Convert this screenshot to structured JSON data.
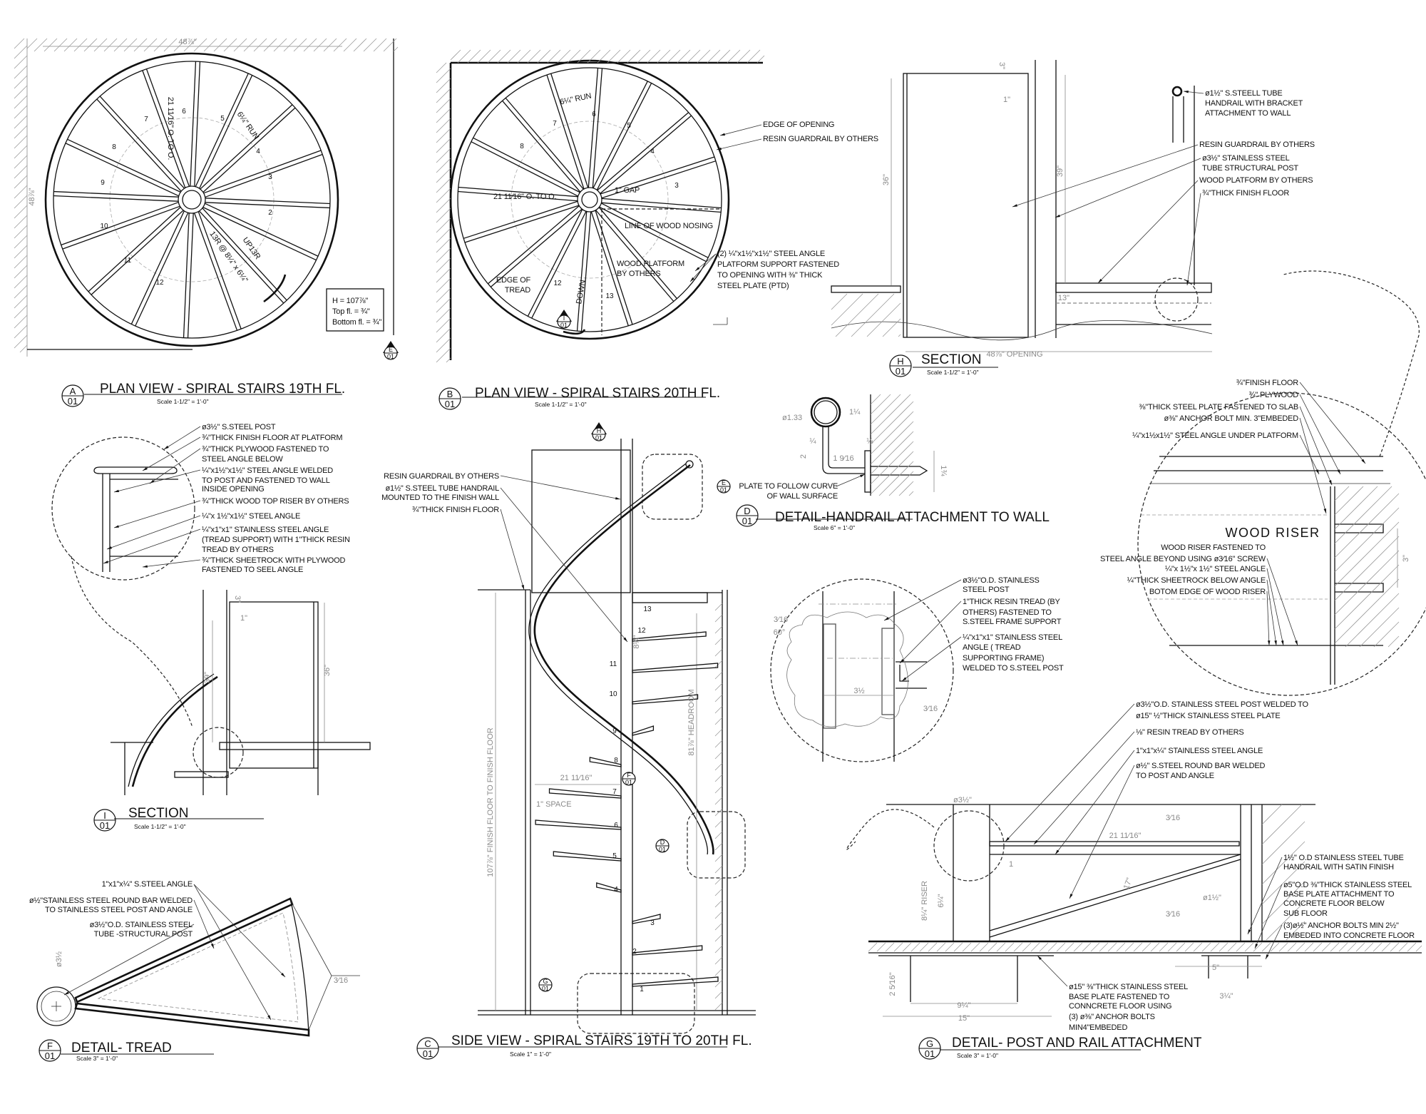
{
  "sheet": {
    "ink": "#111111",
    "dimension_color": "#8a8a8a",
    "background": "#ffffff"
  },
  "plan_a": {
    "title": "PLAN  VIEW - SPIRAL STAIRS 19TH FL.",
    "scale": "Scale 1-1/2\" = 1'-0\"",
    "bubble": {
      "letter": "A",
      "sheet": "01"
    },
    "dim_top": "48⅞\"",
    "dim_left": "48⅞\"",
    "center_dim": "21 11⁄16\" O. TO O.",
    "run": "6¼\" RUN",
    "up": "UP13R",
    "riser_spec": "13R @ 8¼\" x 6¼\"",
    "tread_numbers": [
      "2",
      "3",
      "4",
      "5",
      "6",
      "7",
      "8",
      "9",
      "10",
      "11",
      "12"
    ],
    "info_box": [
      "H = 107⅞\"",
      "Top fl. = ¾\"",
      "Bottom fl. = ¾\""
    ],
    "section_marker": {
      "letter": "E",
      "sheet": "01"
    }
  },
  "plan_b": {
    "title": "PLAN  VIEW - SPIRAL STAIRS 20TH FL.",
    "scale": "Scale 1-1/2\" = 1'-0\"",
    "bubble": {
      "letter": "B",
      "sheet": "01"
    },
    "edge_of_opening": "EDGE OF OPENING",
    "resin_guardrail": "RESIN GUARDRAIL BY OTHERS",
    "line_of_wood_nosing": "LINE OF WOOD NOSING",
    "angle_note": [
      "(2) ¼\"x1½\"x1½\" STEEL ANGLE",
      "PLATFORM SUPPORT FASTENED",
      "TO OPENING WITH ⅜\" THICK",
      "STEEL PLATE (PTD)"
    ],
    "wood_platform": [
      "WOOD PLATFORM",
      "BY OTHERS"
    ],
    "edge_of_tread": [
      "EDGE OF",
      "TREAD"
    ],
    "gap": "1\" GAP",
    "center_dim": "21 11⁄16\" O. TO O.",
    "run": "6¼\" RUN",
    "down": "DOWN",
    "tread_numbers": [
      "3",
      "4",
      "5",
      "6",
      "7",
      "8",
      "12",
      "13"
    ],
    "section_marker": {
      "letter": "I",
      "sheet": "01"
    }
  },
  "section_h": {
    "title": "SECTION",
    "scale": "Scale 1-1/2\" = 1'-0\"",
    "bubble": {
      "letter": "H",
      "sheet": "01"
    },
    "dims": [
      "3\"",
      "1\"",
      "36\"",
      "39\"",
      "13\"",
      "48⅞\" OPENING"
    ],
    "notes": {
      "handrail": [
        "ø1½\" S.STEELL TUBE",
        "HANDRAIL WITH BRACKET",
        "ATTACHMENT TO WALL"
      ],
      "guardrail": "RESIN GUARDRAIL BY OTHERS",
      "post": [
        "ø3½\" STAINLESS STEEL",
        "TUBE STRUCTURAL POST"
      ],
      "platform": "WOOD PLATFORM BY OTHERS",
      "finish_floor": "¾\"THICK FINISH FLOOR"
    }
  },
  "section_i": {
    "title": "SECTION",
    "scale": "Scale 1-1/2\" = 1'-0\"",
    "bubble": {
      "letter": "I",
      "sheet": "01"
    },
    "dims": [
      "3\"",
      "1\"",
      "39\"",
      "36\""
    ],
    "notes": [
      "ø3½\" S.STEEL POST",
      "¾\"THICK FINISH FLOOR AT PLATFORM",
      "¾\"THICK PLYWOOD FASTENED TO",
      "STEEL ANGLE BELOW",
      "¼\"x1½\"x1½\" STEEL ANGLE WELDED",
      "TO POST AND FASTENED TO WALL",
      "INSIDE OPENING",
      "¾\"THICK WOOD TOP RISER BY OTHERS",
      "¼\"x 1½\"x1½\" STEEL ANGLE",
      "¼\"x1\"x1\" STAINLESS STEEL ANGLE",
      "(TREAD SUPPORT) WITH 1\"THICK RESIN",
      "TREAD BY OTHERS",
      "¾\"THICK SHEETROCK WITH PLYWOOD",
      "FASTENED TO SEEL ANGLE"
    ]
  },
  "detail_f": {
    "title": "DETAIL- TREAD",
    "scale": "Scale 3\" = 1'-0\"",
    "bubble": {
      "letter": "F",
      "sheet": "01"
    },
    "dims": [
      "ø3½",
      "3⁄16"
    ],
    "notes": [
      "1\"x1\"x¼\" S.STEEL ANGLE",
      "ø½\"STAINLESS STEEL ROUND BAR WELDED",
      "TO STAINLESS STEEL POST   AND ANGLE",
      "ø3½\"O.D. STAINLESS STEEL",
      "TUBE -STRUCTURAL POST"
    ]
  },
  "side_view": {
    "title": "SIDE VIEW - SPIRAL STAIRS 19TH TO 20TH FL.",
    "scale": "Scale 1\" = 1'-0\"",
    "bubble": {
      "letter": "C",
      "sheet": "01"
    },
    "notes": [
      "RESIN GUARDRAIL BY OTHERS",
      "ø1½\" S.STEEL TUBE HANDRAIL",
      "MOUNTED TO THE FINISH WALL",
      "¾\"THICK FINISH FLOOR"
    ],
    "dims": [
      "107⅞\" FINISH FLOOR TO FINISH FLOOR",
      "81⅞\" HEADROOM",
      "21 11⁄16\"",
      "1\" SPACE",
      "8¼\""
    ],
    "tread_numbers": [
      "1",
      "2",
      "3",
      "4",
      "5",
      "6",
      "7",
      "8",
      "9",
      "10",
      "11",
      "12",
      "13"
    ],
    "callouts": [
      {
        "letter": "H",
        "sheet": "01"
      },
      {
        "letter": "E",
        "sheet": "01"
      },
      {
        "letter": "F",
        "sheet": "01"
      },
      {
        "letter": "D",
        "sheet": "01"
      },
      {
        "letter": "G",
        "sheet": "01"
      }
    ]
  },
  "detail_d": {
    "title": "DETAIL-HANDRAIL ATTACHMENT  TO WALL",
    "scale": "Scale 6\" = 1'-0\"",
    "bubble": {
      "letter": "D",
      "sheet": "01"
    },
    "dims": [
      "ø1.33",
      "1¼",
      "2",
      "¼",
      "1 9⁄16",
      "¼",
      "1¾"
    ],
    "notes": [
      "PLATE TO FOLLOW CURVE",
      "OF WALL SURFACE"
    ]
  },
  "post_weld_detail": {
    "notes": [
      "ø3½\"O.D. STAINLESS",
      "STEEL POST",
      "1\"THICK RESIN TREAD (BY",
      "OTHERS) FASTENED TO",
      "S.STEEL FRAME SUPPORT",
      "¼\"x1\"x1\" STAINLESS STEEL",
      "ANGLE ( TREAD",
      "SUPPORTING FRAME)",
      "WELDED TO S.STEEL POST"
    ],
    "dims": [
      "3½",
      "3⁄16",
      "3⁄16",
      "60°"
    ]
  },
  "riser_detail": {
    "notes_top": [
      "¾\"FINISH FLOOR",
      "¾\" PLYWOOD",
      "⅜\"THICK STEEL PLATE FASTENED TO SLAB",
      "ø⅜\" ANCHOR BOLT MIN. 3\"EMBEDED",
      "¼\"x1½x1½\" STEEL ANGLE UNDER PLATFORM"
    ],
    "label": "WOOD RISER",
    "notes_bottom": [
      "WOOD RISER FASTENED TO",
      "STEEL ANGLE BEYOND USING ø3⁄16\" SCREW",
      "¼\"x 1½\"x 1½\" STEEL ANGLE",
      "¼\"THICK SHEETROCK BELOW ANGLE",
      "BOTOM EDGE OF WOOD RISER"
    ],
    "dim": "3\""
  },
  "detail_g": {
    "title": "DETAIL- POST AND RAIL ATTACHMENT",
    "scale": "Scale 3\" = 1'-0\"",
    "bubble": {
      "letter": "G",
      "sheet": "01"
    },
    "notes_top": [
      "ø3½\"O.D. STAINLESS STEEL POST WELDED TO",
      "ø15\" ½\"THICK STAINLESS STEEL PLATE",
      "⅛\" RESIN TREAD BY OTHERS",
      "1\"x1\"x¼\" STAINLESS STEEL ANGLE",
      "ø½\" S.STEEL ROUND BAR WELDED",
      "TO POST AND ANGLE"
    ],
    "notes_right": [
      "1½\" O.D STAINLESS STEEL TUBE",
      "HANDRAIL WITH SATIN FINISH",
      "ø5\"O.D ⅜\"THICK STAINLESS STEEL",
      "BASE PLATE ATTACHMENT TO",
      "CONCRETE FLOOR BELOW",
      "SUB FLOOR",
      "(3)ø½\" ANCHOR BOLTS MIN 2½\"",
      "EMBEDED INTO CONCRETE FLOOR"
    ],
    "notes_base": [
      "ø15\" ⅜\"THICK STAINLESS STEEL",
      "BASE PLATE FASTENED TO",
      "CONNCRETE FLOOR USING",
      "(3) ø⅜\" ANCHOR BOLTS",
      "MIN4\"EMBEDED"
    ],
    "dims": [
      "ø3½\"",
      "21 11⁄16\"",
      "17\"",
      "ø1½\"",
      "8¼\" RISER",
      "6¼\"",
      "2 5⁄16\"",
      "9¼\"",
      "15\"",
      "5\"",
      "3¼\"",
      "3⁄16",
      "3⁄16",
      "1"
    ]
  }
}
